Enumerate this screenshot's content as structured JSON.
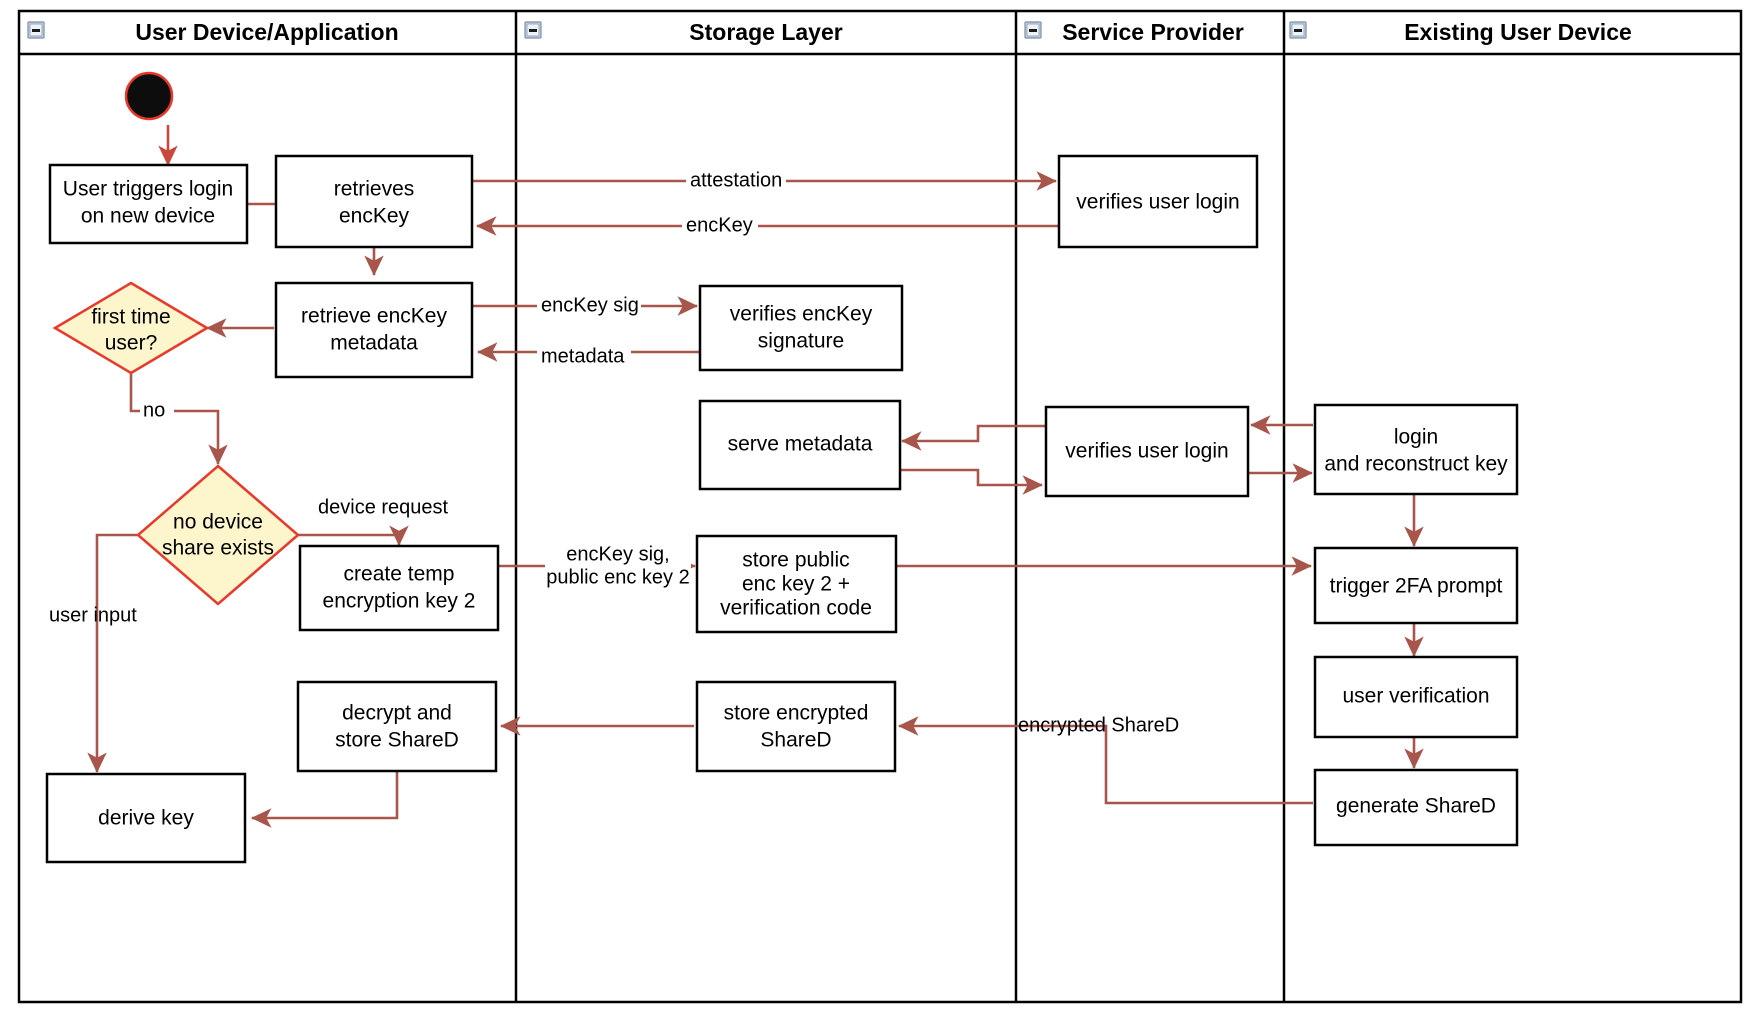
{
  "diagram": {
    "type": "uml-activity-swimlane",
    "title_present": false,
    "lanes": [
      {
        "id": "user-device",
        "label": "User Device/Application",
        "collapse_icon": "minus-box-icon"
      },
      {
        "id": "storage-layer",
        "label": "Storage Layer",
        "collapse_icon": "minus-box-icon"
      },
      {
        "id": "service-provider",
        "label": "Service Provider",
        "collapse_icon": "minus-box-icon"
      },
      {
        "id": "existing-user-device",
        "label": "Existing User Device",
        "collapse_icon": "minus-box-icon"
      }
    ],
    "nodes": [
      {
        "id": "start",
        "kind": "start",
        "lane": "user-device",
        "label": ""
      },
      {
        "id": "user-triggers-login",
        "kind": "action",
        "lane": "user-device",
        "label_lines": [
          "User triggers login",
          "on new device"
        ]
      },
      {
        "id": "retrieves-enckey",
        "kind": "action",
        "lane": "user-device",
        "label_lines": [
          "retrieves",
          "encKey"
        ]
      },
      {
        "id": "retrieve-enckey-metadata",
        "kind": "action",
        "lane": "user-device",
        "label_lines": [
          "retrieve encKey",
          "metadata"
        ]
      },
      {
        "id": "first-time-user",
        "kind": "decision",
        "lane": "user-device",
        "label_lines": [
          "first time",
          "user?"
        ]
      },
      {
        "id": "no-device-share-exists",
        "kind": "decision",
        "lane": "user-device",
        "label_lines": [
          "no device",
          "share exists"
        ]
      },
      {
        "id": "create-temp-encryption-key-2",
        "kind": "action",
        "lane": "user-device",
        "label_lines": [
          "create temp",
          "encryption key 2"
        ]
      },
      {
        "id": "decrypt-and-store-shared",
        "kind": "action",
        "lane": "user-device",
        "label_lines": [
          "decrypt and",
          "store ShareD"
        ]
      },
      {
        "id": "derive-key",
        "kind": "action",
        "lane": "user-device",
        "label_lines": [
          "derive key"
        ]
      },
      {
        "id": "verifies-enckey-signature",
        "kind": "action",
        "lane": "storage-layer",
        "label_lines": [
          "verifies encKey",
          "signature"
        ]
      },
      {
        "id": "serve-metadata",
        "kind": "action",
        "lane": "storage-layer",
        "label_lines": [
          "serve metadata"
        ]
      },
      {
        "id": "store-public-enc-key-2",
        "kind": "action",
        "lane": "storage-layer",
        "label_lines": [
          "store public",
          "enc key 2 +",
          "verification code"
        ]
      },
      {
        "id": "store-encrypted-shared",
        "kind": "action",
        "lane": "storage-layer",
        "label_lines": [
          "store encrypted",
          "ShareD"
        ]
      },
      {
        "id": "verifies-user-login-1",
        "kind": "action",
        "lane": "service-provider",
        "label_lines": [
          "verifies user login"
        ]
      },
      {
        "id": "verifies-user-login-2",
        "kind": "action",
        "lane": "service-provider",
        "label_lines": [
          "verifies user login"
        ]
      },
      {
        "id": "login-and-reconstruct-key",
        "kind": "action",
        "lane": "existing-user-device",
        "label_lines": [
          "login",
          "and reconstruct key"
        ]
      },
      {
        "id": "trigger-2fa-prompt",
        "kind": "action",
        "lane": "existing-user-device",
        "label_lines": [
          "trigger 2FA prompt"
        ]
      },
      {
        "id": "user-verification",
        "kind": "action",
        "lane": "existing-user-device",
        "label_lines": [
          "user verification"
        ]
      },
      {
        "id": "generate-shared",
        "kind": "action",
        "lane": "existing-user-device",
        "label_lines": [
          "generate ShareD"
        ]
      }
    ],
    "edge_labels": [
      {
        "id": "attestation",
        "text": "attestation"
      },
      {
        "id": "enckey",
        "text": "encKey"
      },
      {
        "id": "enckey-sig",
        "text": "encKey sig"
      },
      {
        "id": "metadata",
        "text": "metadata"
      },
      {
        "id": "device-request",
        "text": "device request"
      },
      {
        "id": "no",
        "text": "no"
      },
      {
        "id": "user-input",
        "text": "user input"
      },
      {
        "id": "enckey-sig-public-enc-key-2-line1",
        "text": "encKey sig,"
      },
      {
        "id": "enckey-sig-public-enc-key-2-line2",
        "text": "public enc key 2"
      },
      {
        "id": "encrypted-shared",
        "text": "encrypted ShareD"
      }
    ],
    "colors": {
      "flow": "#a8554b",
      "decision_fill": "#fdf6cd",
      "decision_stroke": "#e8392b",
      "node_stroke": "#000000",
      "node_fill": "#ffffff",
      "start_fill": "#0d0d0d",
      "start_stroke": "#e8392b",
      "background": "#ffffff"
    }
  }
}
